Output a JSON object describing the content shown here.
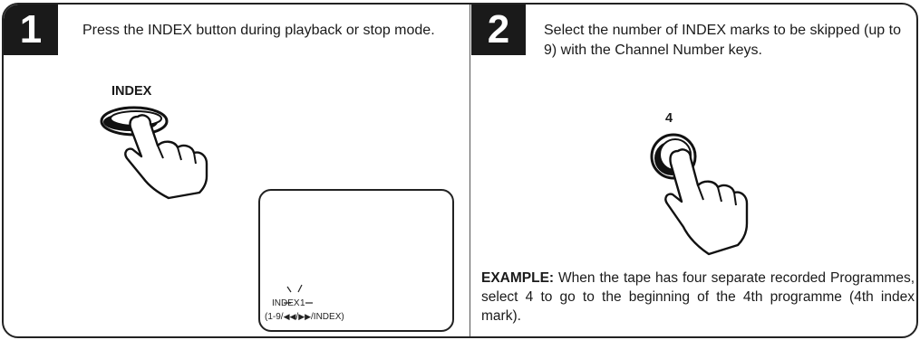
{
  "step1": {
    "number": "1",
    "instruction": "Press the INDEX button during playback or stop mode.",
    "button_label": "INDEX",
    "screen": {
      "index_label": "INDEX",
      "index_count": "1",
      "keys_left": "(1-9/",
      "keys_right": "/INDEX)",
      "keys_icons": [
        "rewind-icon",
        "fast-forward-icon"
      ]
    }
  },
  "step2": {
    "number": "2",
    "instruction": "Select the number of INDEX marks to be skipped (up to 9) with the Channel Number keys.",
    "button_label": "4",
    "example_heading": "EXAMPLE:",
    "example_text": " When the tape has four separate recorded Programmes, select 4 to go to the beginning of the 4th programme (4th index mark)."
  }
}
